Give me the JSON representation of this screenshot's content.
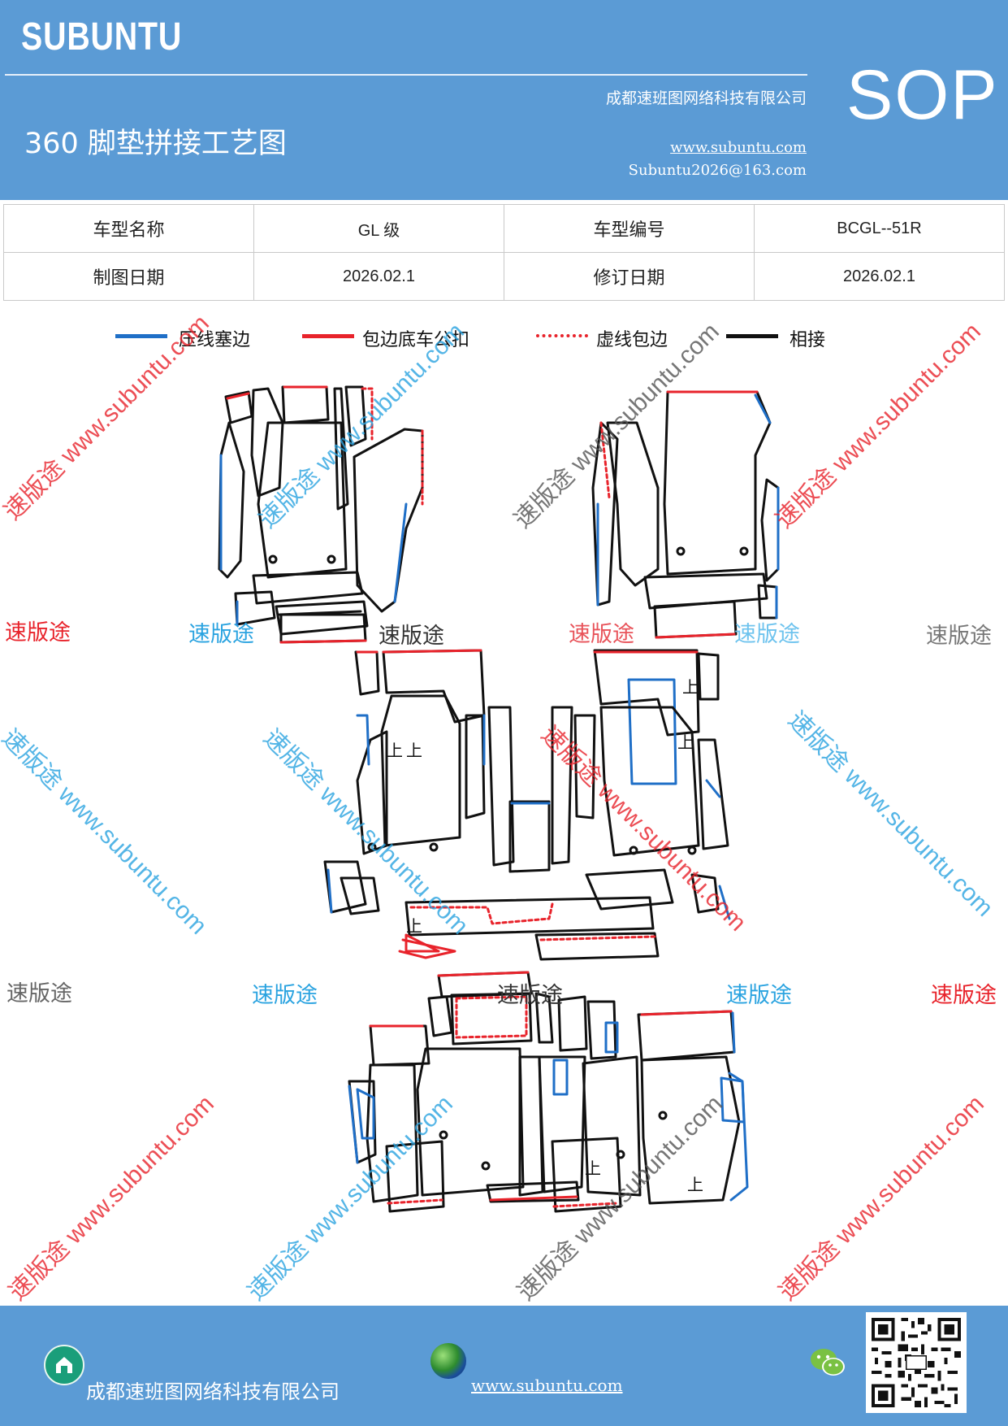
{
  "header": {
    "brand": "SUBUNTU",
    "title": "360 脚垫拼接工艺图",
    "company": "成都速班图网络科技有限公司",
    "website": "www.subuntu.com",
    "email": "Subuntu2026@163.com",
    "sop": "SOP"
  },
  "info_table": {
    "rows": [
      [
        "车型名称",
        "GL 级",
        "车型编号",
        "BCGL--51R"
      ],
      [
        "制图日期",
        "2026.02.1",
        "修订日期",
        "2026.02.1"
      ]
    ]
  },
  "legend": [
    {
      "label": "压线塞边",
      "color": "#1f6fc7",
      "style": "solid"
    },
    {
      "label": "包边底车公扣",
      "color": "#e8232b",
      "style": "solid"
    },
    {
      "label": "虚线包边",
      "color": "#e8232b",
      "style": "dotted"
    },
    {
      "label": "相接",
      "color": "#111111",
      "style": "solid"
    }
  ],
  "watermark": {
    "brand_cn": "速版途",
    "url": "www.subuntu.com",
    "combo": "速版途 www.subuntu.com",
    "colors": {
      "red": "#e8232b",
      "blue": "#2aa3e0",
      "gray": "#666666"
    }
  },
  "diagram_marks": {
    "up": "上"
  },
  "footer": {
    "company": "成都速班图网络科技有限公司",
    "website": "www.subuntu.com",
    "icons": [
      "home-icon",
      "globe-icon",
      "wechat-icon",
      "qr-code"
    ]
  },
  "colors": {
    "header_bg": "#5b9bd5",
    "blue_edge": "#1f6fc7",
    "red_edge": "#e8232b",
    "join_line": "#111111"
  }
}
